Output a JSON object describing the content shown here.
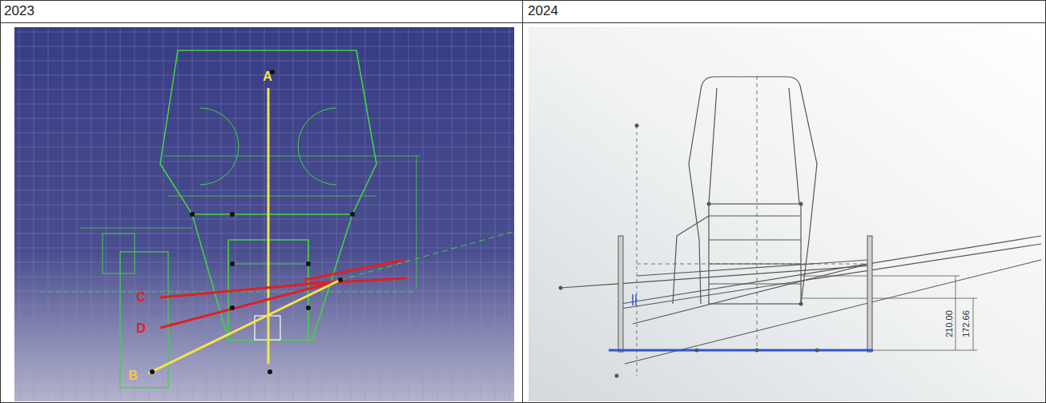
{
  "diagram": {
    "labels": [
      "2023",
      "2024",
      "A",
      "C",
      "D",
      "B",
      "210.00",
      "172.66"
    ]
  }
}
